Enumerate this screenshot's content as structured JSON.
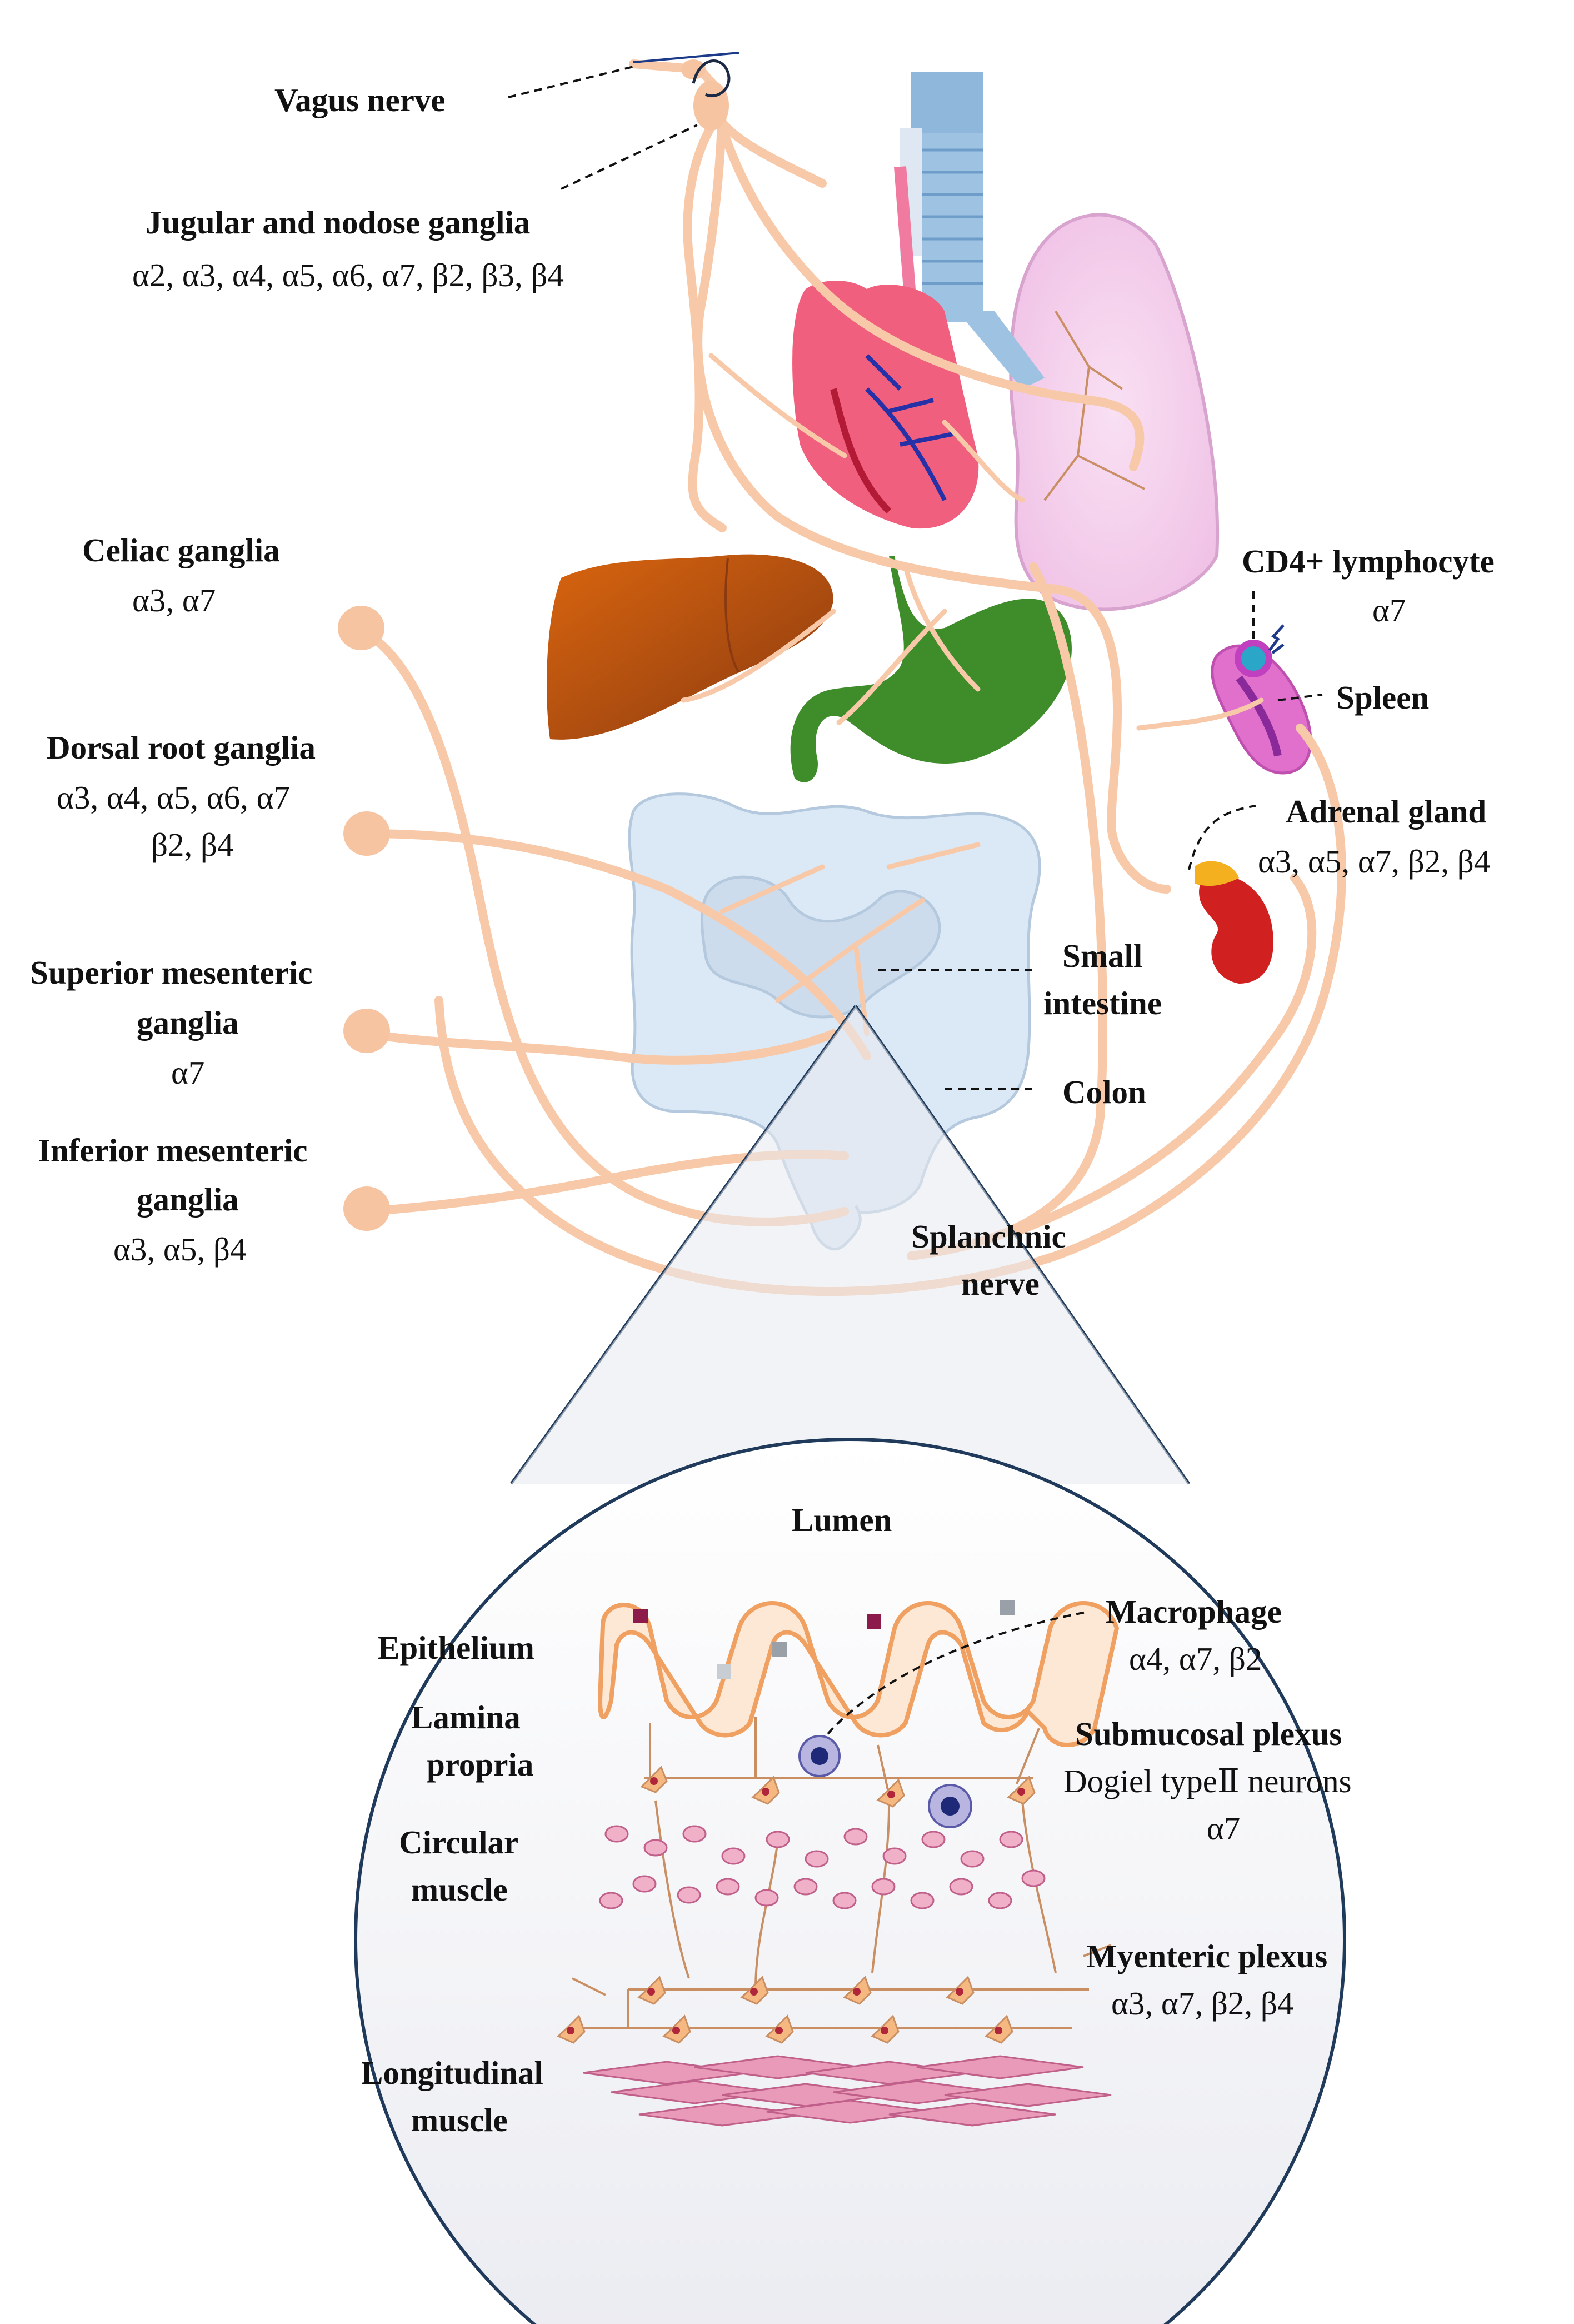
{
  "labels": {
    "vagus_nerve": "Vagus nerve",
    "jugular_title": "Jugular and nodose ganglia",
    "jugular_receptors": "α2, α3, α4, α5, α6, α7, β2, β3, β4",
    "celiac_title": "Celiac ganglia",
    "celiac_receptors": "α3, α7",
    "drg_title": "Dorsal root ganglia",
    "drg_receptors_1": "α3, α4, α5, α6, α7",
    "drg_receptors_2": "β2, β4",
    "sup_mes_title_1": "Superior mesenteric",
    "sup_mes_title_2": "ganglia",
    "sup_mes_receptors": "α7",
    "inf_mes_title_1": "Inferior mesenteric",
    "inf_mes_title_2": "ganglia",
    "inf_mes_receptors": "α3, α5, β4",
    "cd4_title": "CD4+ lymphocyte",
    "cd4_receptors": "α7",
    "spleen": "Spleen",
    "adrenal_title": "Adrenal gland",
    "adrenal_receptors": "α3, α5, α7, β2, β4",
    "small_intestine_1": "Small",
    "small_intestine_2": "intestine",
    "colon": "Colon",
    "splanchnic_1": "Splanchnic",
    "splanchnic_2": "nerve"
  },
  "inset": {
    "lumen": "Lumen",
    "epithelium": "Epithelium",
    "lamina_1": "Lamina",
    "lamina_2": "propria",
    "circular_1": "Circular",
    "circular_2": "muscle",
    "longitudinal_1": "Longitudinal",
    "longitudinal_2": "muscle",
    "macrophage_title": "Macrophage",
    "macrophage_receptors": "α4, α7, β2",
    "submucosal_title": "Submucosal plexus",
    "submucosal_sub": "Dogiel typeⅡ neurons",
    "submucosal_receptors": "α7",
    "myenteric_title": "Myenteric plexus",
    "myenteric_receptors": "α3, α7, β2, β4"
  },
  "colors": {
    "nerve": "#f8c9a8",
    "heart": "#f0607e",
    "trachea": "#8fb7dc",
    "lung": "#f6d4ef",
    "liver": "#c0540f",
    "stomach": "#3f8d2a",
    "intestine": "#dbe8f5",
    "spleen": "#e070cc",
    "kidney": "#d02020",
    "adrenal": "#f5b020",
    "inset_bg": "#f0f0f5",
    "inset_border": "#1f3a5a"
  }
}
